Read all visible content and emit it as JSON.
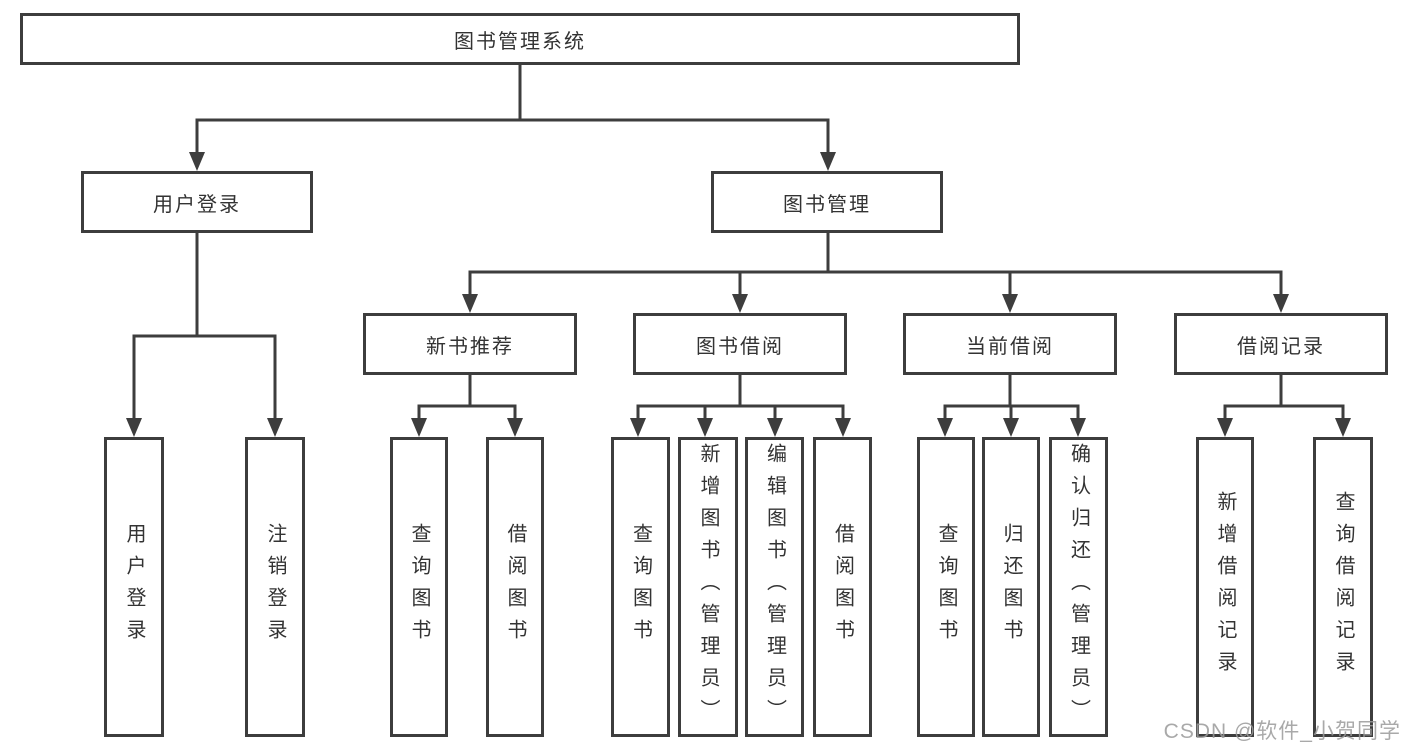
{
  "diagram_title": "图书管理系统",
  "colors": {
    "line": "#3d3d3d",
    "box_border": "#3d3d3d",
    "box_fill": "#ffffff",
    "text": "#333333",
    "watermark": "#9b9b9b"
  },
  "tree": {
    "root": {
      "label": "图书管理系统",
      "children": [
        {
          "label": "用户登录",
          "children": [
            {
              "label": "用户登录"
            },
            {
              "label": "注销登录"
            }
          ]
        },
        {
          "label": "图书管理",
          "children": [
            {
              "label": "新书推荐",
              "children": [
                {
                  "label": "查询图书"
                },
                {
                  "label": "借阅图书"
                }
              ]
            },
            {
              "label": "图书借阅",
              "children": [
                {
                  "label": "查询图书"
                },
                {
                  "label": "新增图书（管理员）"
                },
                {
                  "label": "编辑图书（管理员）"
                },
                {
                  "label": "借阅图书"
                }
              ]
            },
            {
              "label": "当前借阅",
              "children": [
                {
                  "label": "查询图书"
                },
                {
                  "label": "归还图书"
                },
                {
                  "label": "确认归还（管理员）"
                }
              ]
            },
            {
              "label": "借阅记录",
              "children": [
                {
                  "label": "新增借阅记录"
                },
                {
                  "label": "查询借阅记录"
                }
              ]
            }
          ]
        }
      ]
    }
  },
  "watermark": {
    "text": "CSDN @软件_小贺同学"
  }
}
